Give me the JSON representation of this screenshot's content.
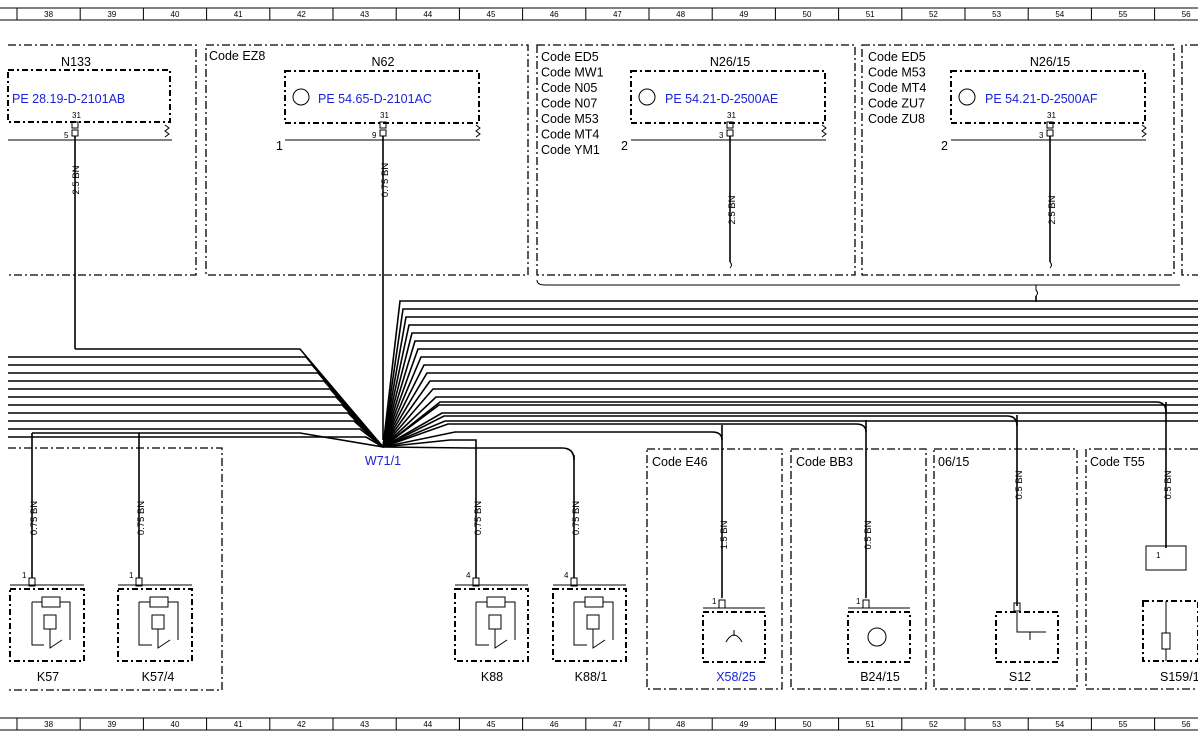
{
  "ruler": [
    "38",
    "39",
    "40",
    "41",
    "42",
    "43",
    "44",
    "45",
    "46",
    "47",
    "48",
    "49",
    "50",
    "51",
    "52",
    "53",
    "54",
    "55",
    "56"
  ],
  "top": {
    "n133": {
      "title": "N133",
      "ref": "PE 28.19-D-2101AB",
      "pin": "5",
      "sub": "31",
      "wire": "2.5 BN"
    },
    "n62": {
      "code": "Code EZ8",
      "title": "N62",
      "ref": "PE 54.65-D-2101AC",
      "pin": "9",
      "sub": "31",
      "wire": "0.75 BN",
      "side": "1"
    },
    "n26a": {
      "codes": [
        "Code ED5",
        "Code MW1",
        "Code N05",
        "Code N07",
        "Code M53",
        "Code MT4",
        "Code YM1"
      ],
      "title": "N26/15",
      "ref": "PE 54.21-D-2500AE",
      "pin": "3",
      "sub": "31",
      "wire": "2.5 BN",
      "side": "2"
    },
    "n26b": {
      "codes": [
        "Code ED5",
        "Code M53",
        "Code MT4",
        "Code ZU7",
        "Code ZU8"
      ],
      "title": "N26/15",
      "ref": "PE 54.21-D-2500AF",
      "pin": "3",
      "sub": "31",
      "wire": "2.5 BN",
      "side": "2"
    }
  },
  "splice": "W71/1",
  "bottom": {
    "k57": {
      "title": "K57",
      "pin": "1",
      "wire": "0.75 BN"
    },
    "k574": {
      "title": "K57/4",
      "pin": "1",
      "wire": "0.75 BN"
    },
    "k88": {
      "title": "K88",
      "pin": "4",
      "wire": "0.75 BN"
    },
    "k881": {
      "title": "K88/1",
      "pin": "4",
      "wire": "0.75 BN"
    },
    "x58": {
      "code": "Code E46",
      "title": "X58/25",
      "pin": "1",
      "wire": "1.5 BN"
    },
    "b24": {
      "code": "Code BB3",
      "title": "B24/15",
      "pin": "1",
      "wire": "0.5 BN"
    },
    "s12": {
      "code": "06/15",
      "title": "S12",
      "wire": "0.5 BN"
    },
    "s159": {
      "code": "Code T55",
      "title": "S159/1",
      "pin": "1",
      "wire": "0.5 BN"
    }
  }
}
